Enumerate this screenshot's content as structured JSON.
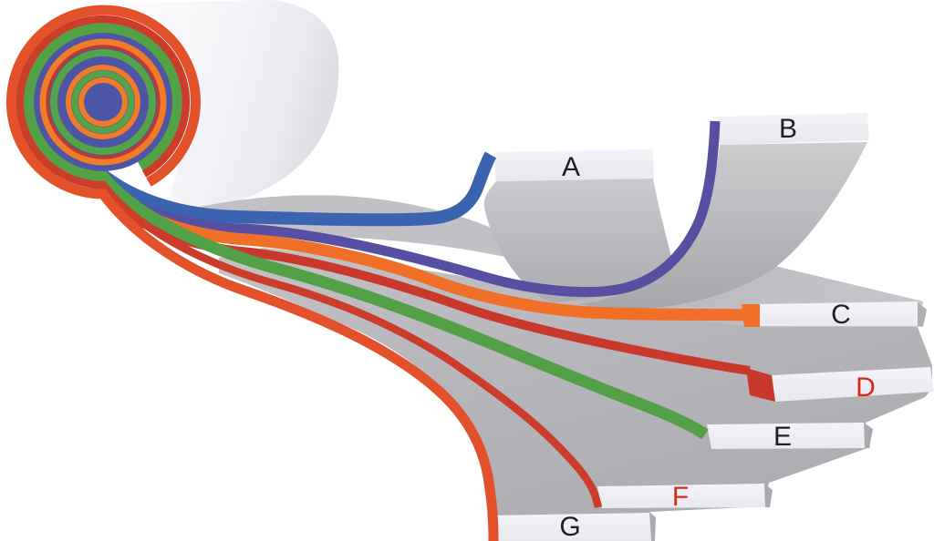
{
  "figure": {
    "description": "Cutaway diagram of a rolled multilayer laminate (swiss-roll) unrolling into seven stacked sheets, each carrying a colored marker layer",
    "background_color": "#ffffff",
    "sheet_gray": "#b8b8bc",
    "sheet_face_color": "#f0eff4"
  },
  "roll": {
    "name": "rolled-laminate-spiral",
    "wrap_color": "#efeff4",
    "core_color": "#4d55a6",
    "ring_colors_outer_to_inner": [
      "#e2512a",
      "#bf3a28",
      "#55a348",
      "#4d55a6",
      "#ef7b2b",
      "#bf3a28",
      "#55a348",
      "#4d55a6",
      "#ef7b2b",
      "#55a348",
      "#4d55a6"
    ]
  },
  "sheets": [
    {
      "label": "A",
      "label_color": "#1f1f1f",
      "ribbon": "blue",
      "ribbon_color": "#3a64af"
    },
    {
      "label": "B",
      "label_color": "#1f1f1f",
      "ribbon": "indigo",
      "ribbon_color": "#574fa2"
    },
    {
      "label": "C",
      "label_color": "#1f1f1f",
      "ribbon": "orange",
      "ribbon_color": "#f0702a"
    },
    {
      "label": "D",
      "label_color": "#d5281e",
      "ribbon": "red",
      "ribbon_color": "#c8392b"
    },
    {
      "label": "E",
      "label_color": "#1f1f1f",
      "ribbon": "green",
      "ribbon_color": "#52a147"
    },
    {
      "label": "F",
      "label_color": "#d5281e",
      "ribbon": "red",
      "ribbon_color": "#cb3c2a"
    },
    {
      "label": "G",
      "label_color": "#1f1f1f",
      "ribbon": "orange-red",
      "ribbon_color": "#e2512a"
    }
  ]
}
